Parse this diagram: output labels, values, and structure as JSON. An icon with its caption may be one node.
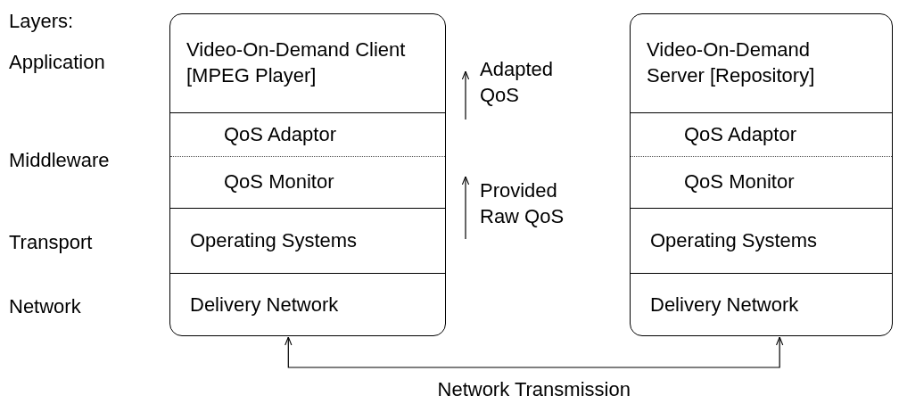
{
  "diagram": {
    "nodes": [
      {
        "text": [],
        "shape": "box"
      },
      {
        "text": [
          "Video-On-Demand Client [MPEG Player]"
        ],
        "in": 0
      },
      {
        "text": [
          "QoS Adaptor"
        ],
        "in": 0
      },
      {
        "text": [
          "QoS Monitor"
        ],
        "in": 0
      },
      {
        "text": [
          "Operating Systems"
        ],
        "in": 0
      },
      {
        "text": [
          "Delivery Network"
        ],
        "in": 0
      },
      {
        "text": [],
        "shape": "box"
      },
      {
        "text": [
          "Video-On-Demand Server [Repository]"
        ],
        "in": 6
      },
      {
        "text": [
          "QoS Adaptor"
        ],
        "in": 6
      },
      {
        "text": [
          "QoS Monitor"
        ],
        "in": 6
      },
      {
        "text": [
          "Operating Systems"
        ],
        "in": 6
      },
      {
        "text": [
          "Delivery Network"
        ],
        "in": 6
      }
    ],
    "edges": [
      {
        "from": 0,
        "to": 6,
        "arrow": "both",
        "label": "Network Transmission"
      }
    ],
    "labels": [
      "Layers:",
      "Application",
      "Adapted QoS",
      "Middleware",
      "Provided Raw QoS",
      "Transport",
      "Network"
    ]
  }
}
